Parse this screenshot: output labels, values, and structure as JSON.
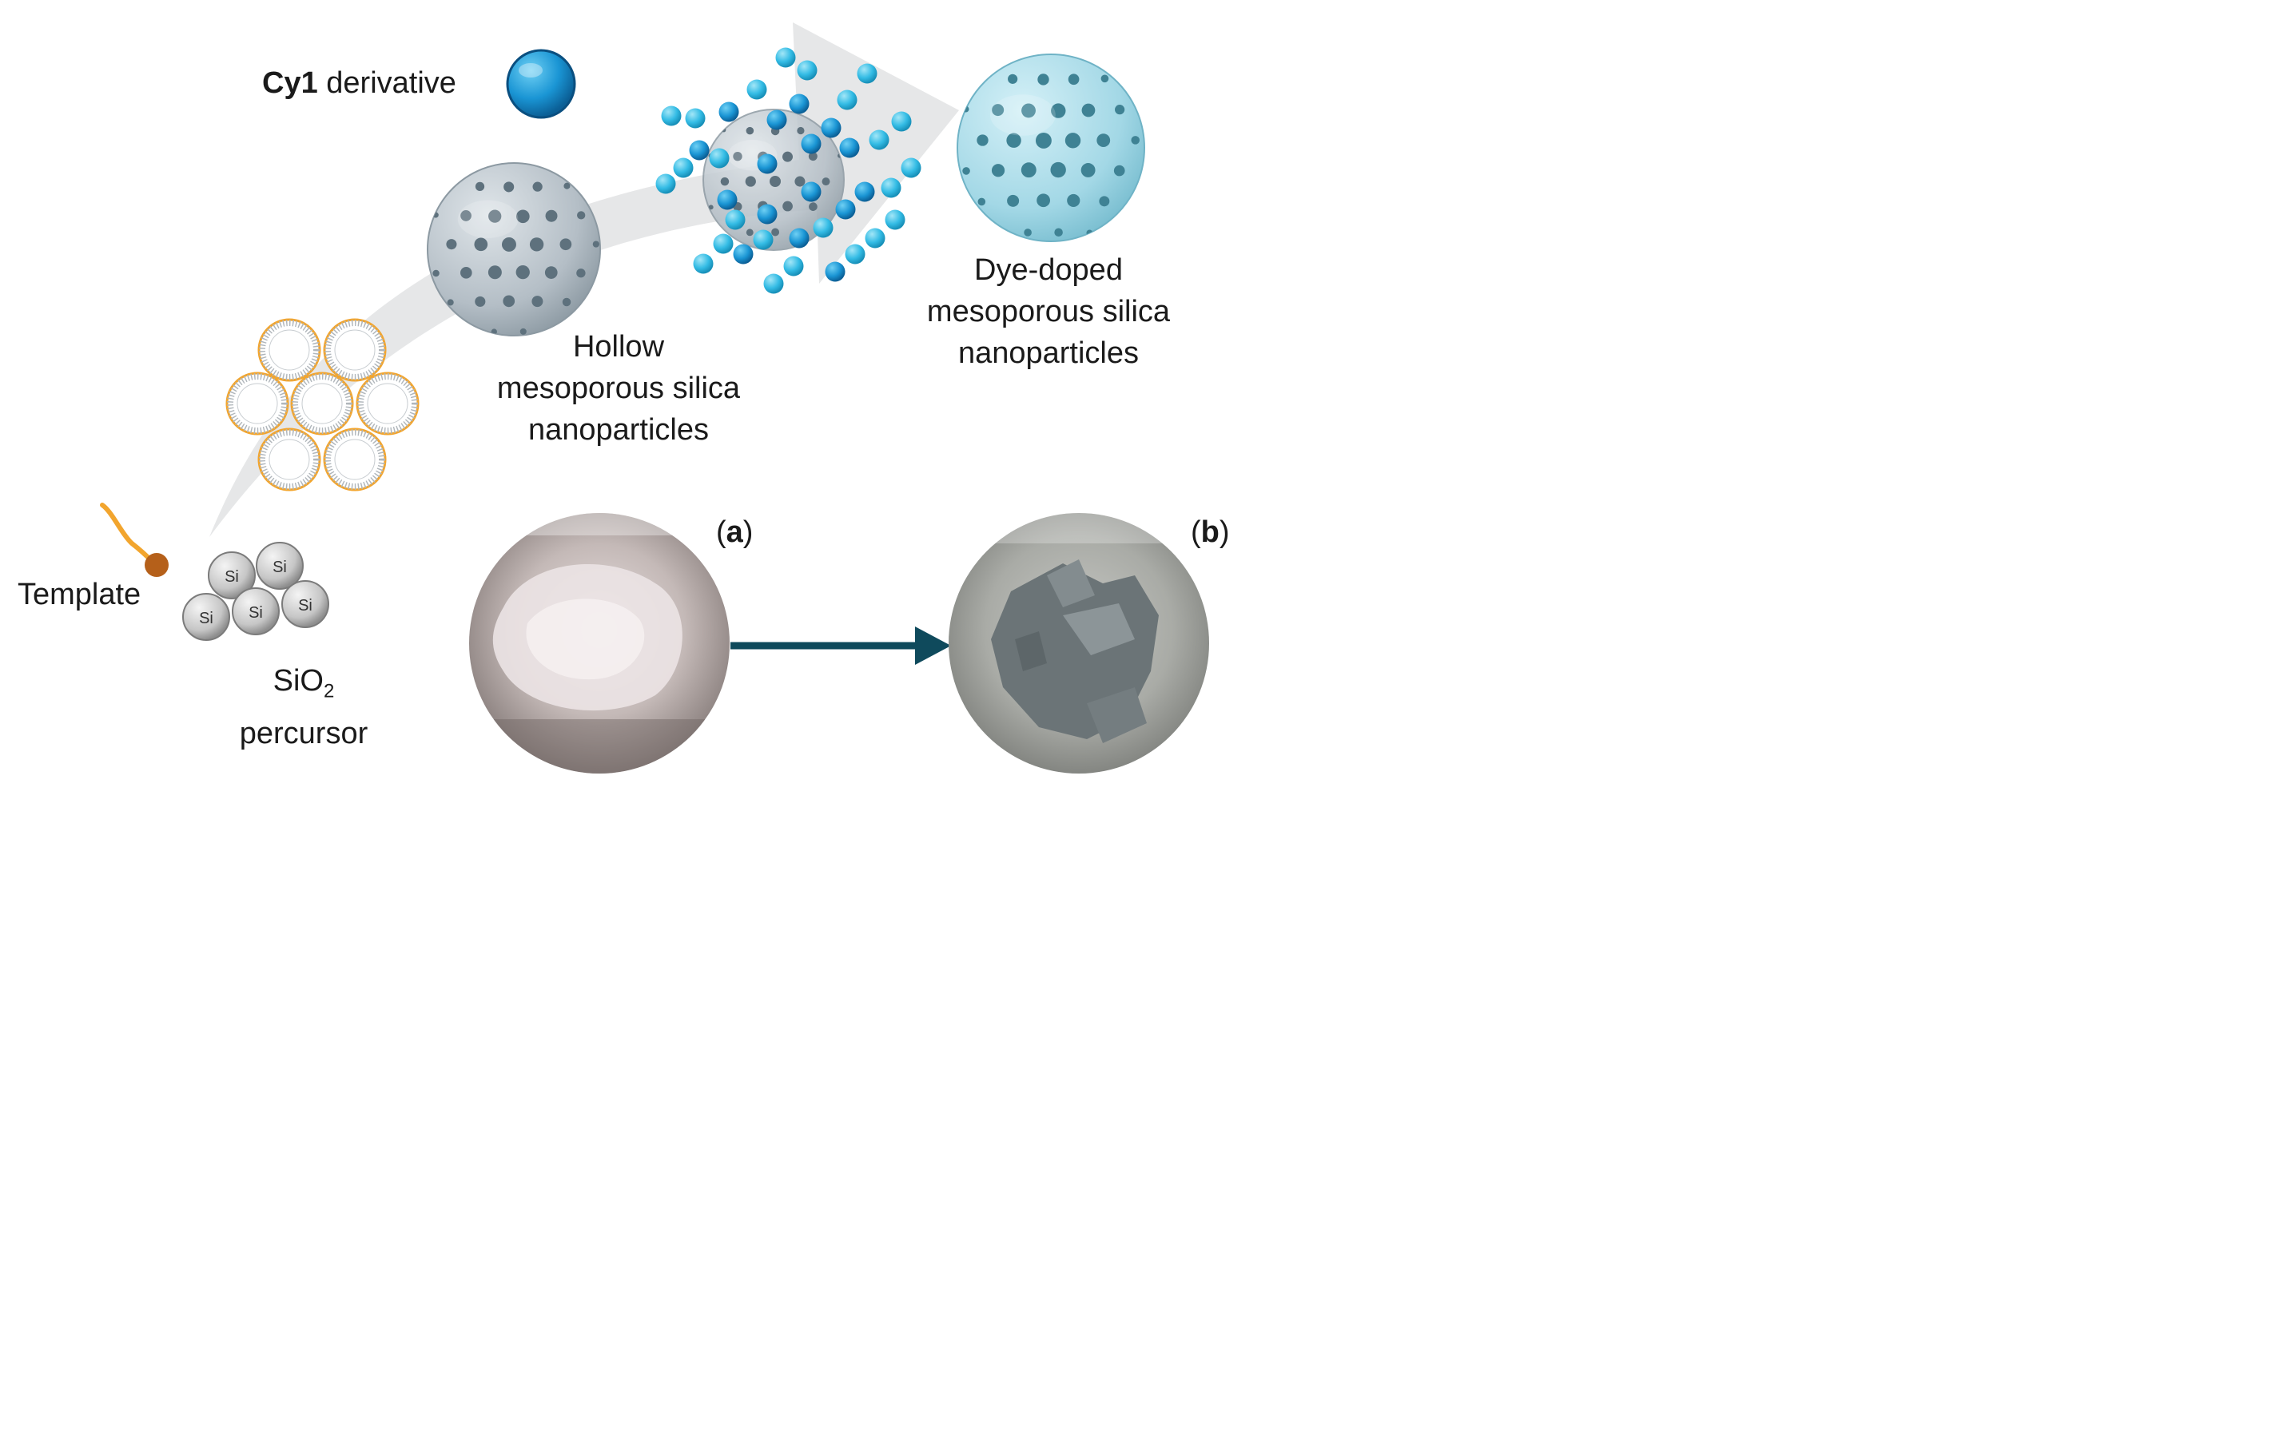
{
  "labels": {
    "dye_name": "Cy1",
    "dye_suffix": " derivative",
    "hollow": [
      "Hollow",
      "mesoporous silica",
      "nanoparticles"
    ],
    "doped": [
      "Dye-doped",
      "mesoporous silica",
      "nanoparticles"
    ],
    "template": "Template",
    "precursor_prefix": "SiO",
    "precursor_sub": "2",
    "precursor_line2": "percursor",
    "si_atom": "Si",
    "panel_a": "a",
    "panel_b": "b"
  },
  "colors": {
    "flow_arrow": "#e6e7e8",
    "silica_sphere": "#b9c3ca",
    "silica_pore": "#5e717d",
    "dye": "#1e9ad6",
    "dye_light": "#3cc4e8",
    "doped_sphere": "#a8dbe8",
    "doped_pore": "#3f8294",
    "template_tail": "#f2a52e",
    "template_head": "#b5601a",
    "micelle": "#f2a52e",
    "photo_arrow": "#0f4a5c",
    "photo_a_powder": "#cfc5c5",
    "photo_b_powder": "#6b7477"
  },
  "icons": {
    "dye_marker": "blue-sphere-icon",
    "template": "surfactant-molecule-icon",
    "process": "curved-process-arrow"
  }
}
